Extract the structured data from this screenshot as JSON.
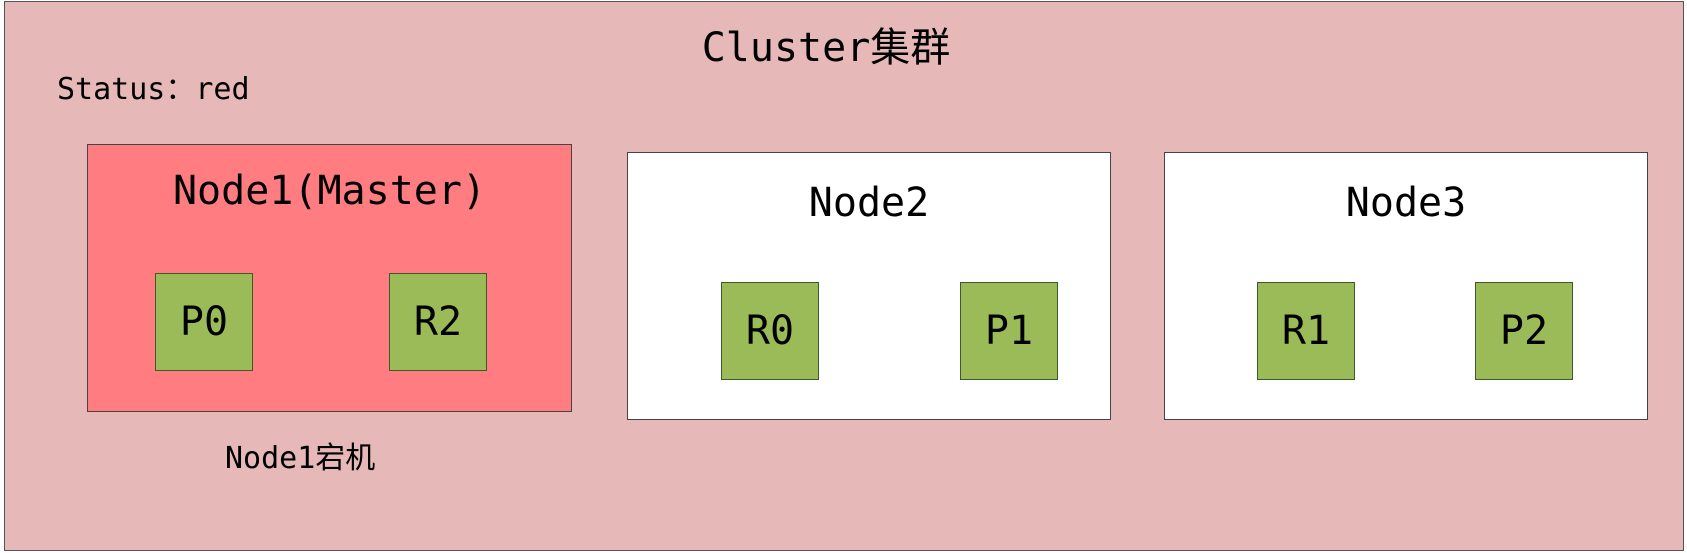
{
  "cluster": {
    "title": "Cluster集群",
    "status": "Status：red",
    "colors": {
      "cluster_background": "#e6b8b7",
      "failed_node": "#ff7c80",
      "healthy_node": "#ffffff",
      "shard": "#9bbb59"
    }
  },
  "nodes": [
    {
      "title": "Node1(Master)",
      "state": "down",
      "shards": [
        "P0",
        "R2"
      ]
    },
    {
      "title": "Node2",
      "state": "up",
      "shards": [
        "R0",
        "P1"
      ]
    },
    {
      "title": "Node3",
      "state": "up",
      "shards": [
        "R1",
        "P2"
      ]
    }
  ],
  "annotations": {
    "node1_note": "Node1宕机"
  }
}
